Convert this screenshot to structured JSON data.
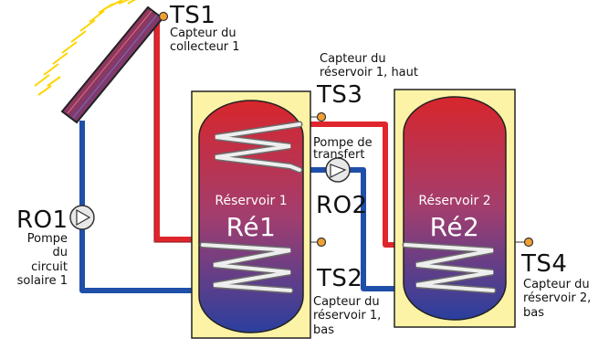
{
  "sensors": {
    "ts1": {
      "id": "TS1",
      "desc": "Capteur du\ncollecteur 1"
    },
    "ts3": {
      "id": "TS3",
      "desc": "Capteur du\nréservoir 1, haut"
    },
    "ts2": {
      "id": "TS2",
      "desc": "Capteur du\nréservoir 1,\nbas"
    },
    "ts4": {
      "id": "TS4",
      "desc": "Capteur du\nréservoir 2,\nbas"
    }
  },
  "pumps": {
    "ro1": {
      "id": "RO1",
      "desc": "Pompe\ndu\ncircuit\nsolaire 1"
    },
    "ro2": {
      "id": "RO2",
      "desc": "Pompe de\ntransfert"
    }
  },
  "tanks": {
    "tank1": {
      "name": "Réservoir  1",
      "code": "Ré1"
    },
    "tank2": {
      "name": "Réservoir  2",
      "code": "Ré2"
    }
  },
  "colors": {
    "hot_pipe": "#e0262d",
    "cold_pipe": "#1f4fa8",
    "tank_housing": "#fdf3a6",
    "sensor_dot": "#f0a033",
    "sun_rays": "#ffd400"
  }
}
